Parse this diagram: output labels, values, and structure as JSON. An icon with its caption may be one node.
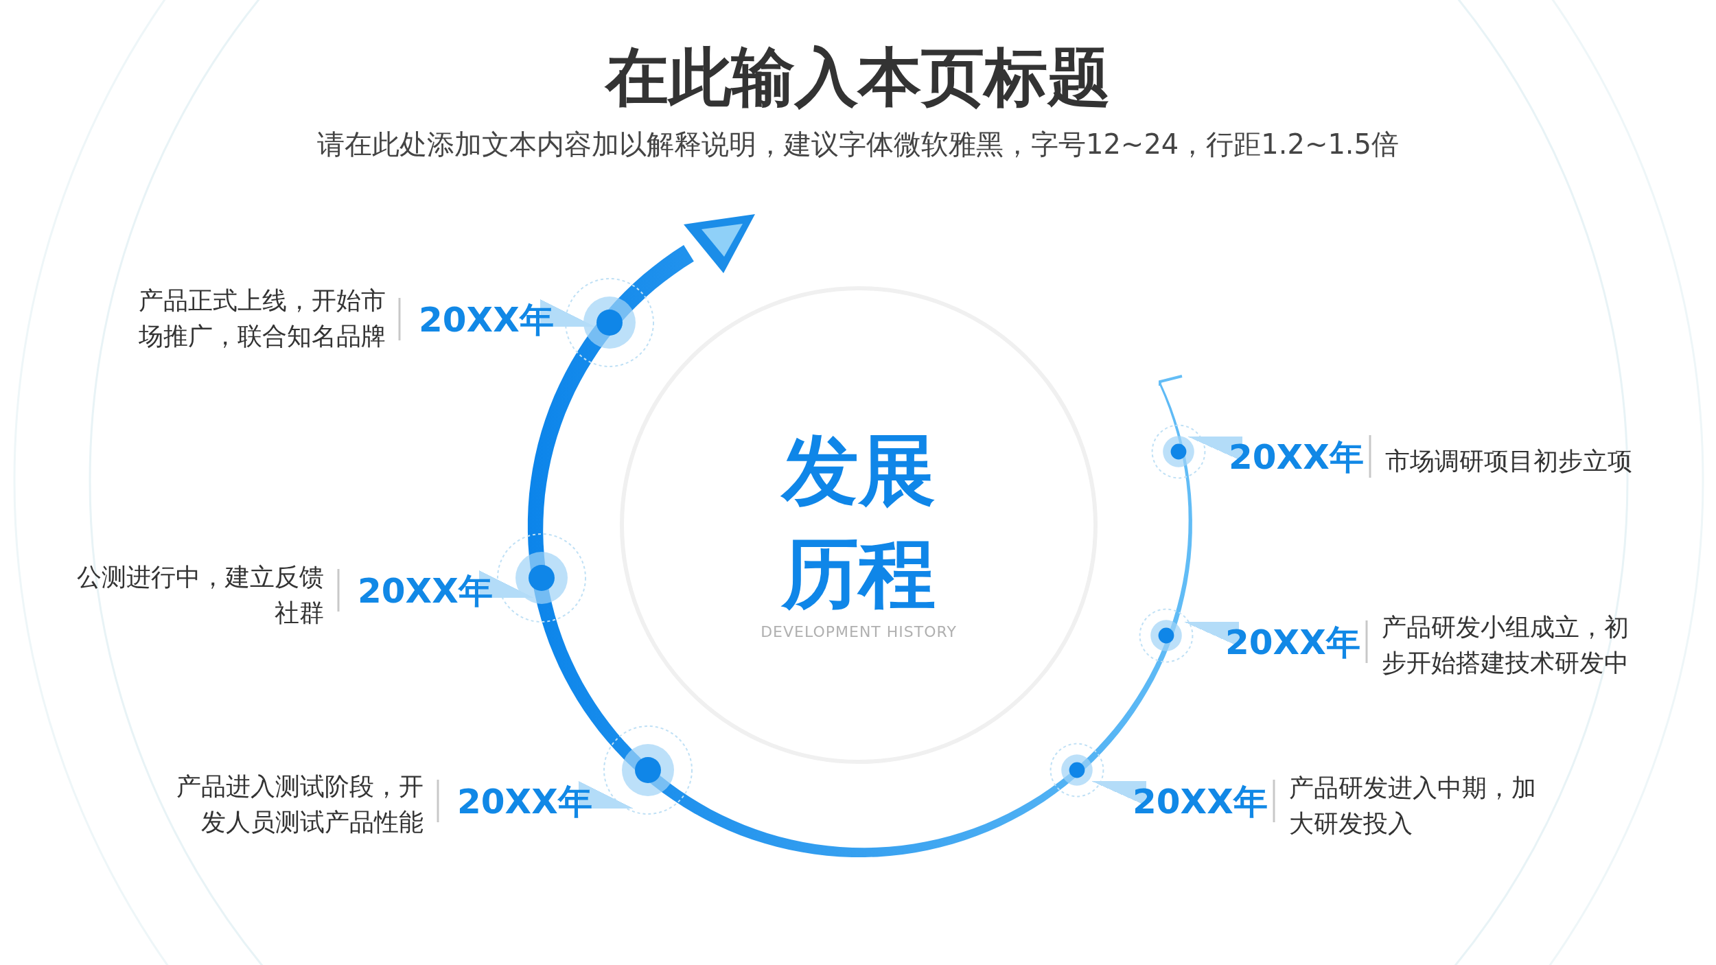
{
  "diagram": {
    "title": "在此输入本页标题",
    "caption": "请在此处添加文本内容加以解释说明，建议字体微软雅黑，字号12~24，行距1.2~1.5倍",
    "nodes": [
      {
        "text": [
          "发展历程",
          "DEVELOPMENT HISTORY"
        ]
      }
    ],
    "labels": [
      "产品正式上线，开始市场推广，联合知名品牌",
      "20XX年",
      "20XX年",
      "市场调研项目初步立项",
      "公测进行中，建立反馈社群",
      "20XX年",
      "20XX年",
      "产品研发小组成立，初步开始搭建技术研发中",
      "产品进入测试阶段，开发人员测试产品性能",
      "20XX年",
      "20XX年",
      "产品研发进入中期，加大研发投入"
    ]
  }
}
